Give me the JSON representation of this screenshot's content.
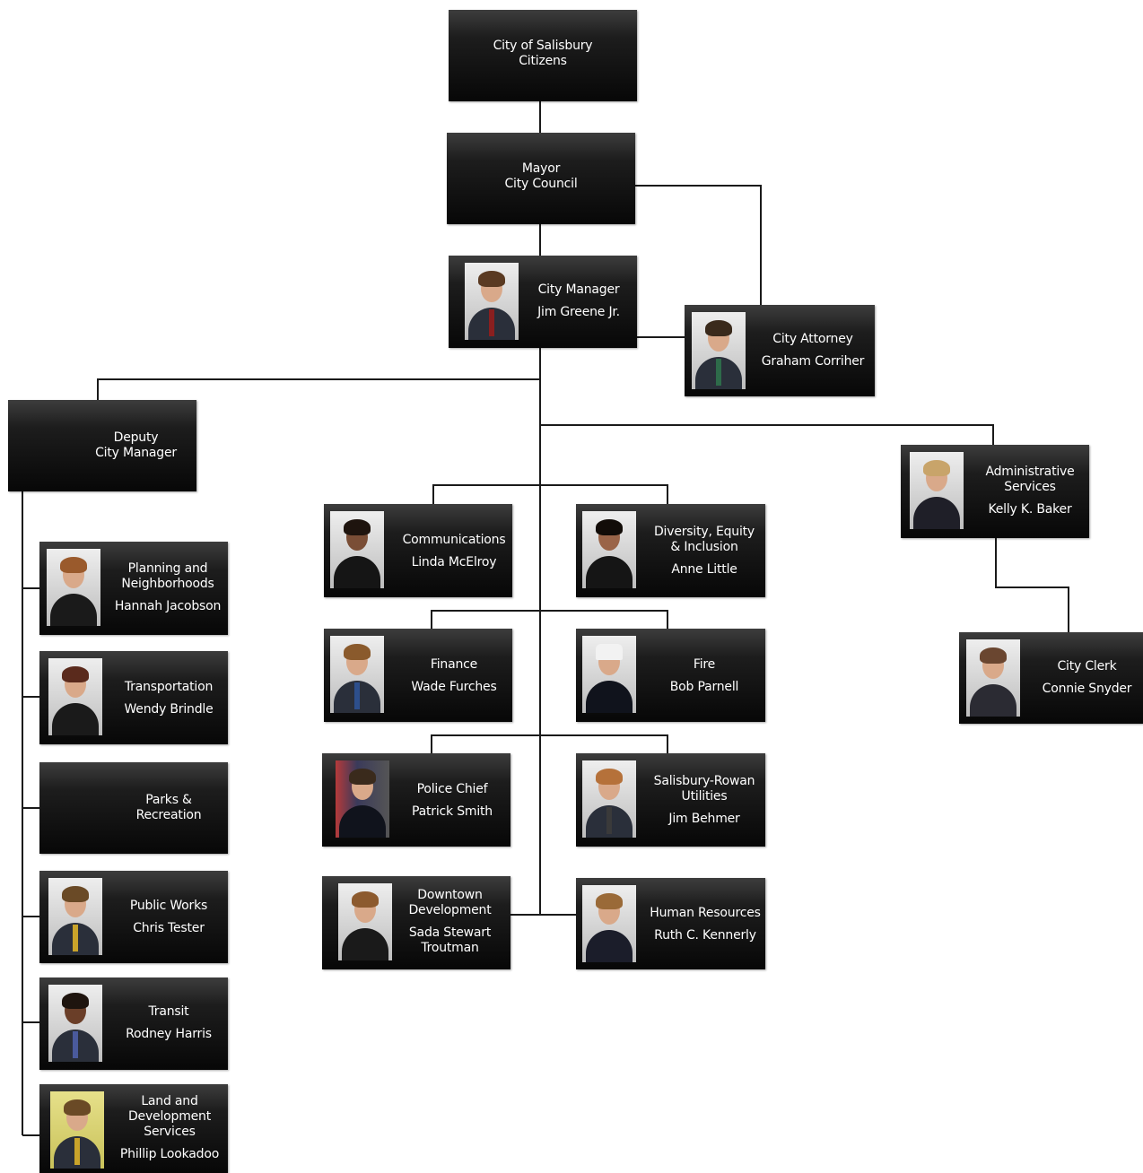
{
  "nodes": {
    "citizens": {
      "line1": "City of Salisbury",
      "line2": "Citizens"
    },
    "council": {
      "line1": "Mayor",
      "line2": "City Council"
    },
    "manager": {
      "title": "City Manager",
      "name": "Jim Greene Jr."
    },
    "attorney": {
      "title": "City Attorney",
      "name": "Graham Corriher"
    },
    "deputy": {
      "line1": "Deputy",
      "line2": "City Manager"
    },
    "admin": {
      "title1": "Administrative",
      "title2": "Services",
      "name": "Kelly K. Baker"
    },
    "clerk": {
      "title": "City Clerk",
      "name": "Connie Snyder"
    },
    "communications": {
      "title": "Communications",
      "name": "Linda McElroy"
    },
    "diversity": {
      "title1": "Diversity, Equity",
      "title2": "& Inclusion",
      "name": "Anne Little"
    },
    "finance": {
      "title": "Finance",
      "name": "Wade Furches"
    },
    "fire": {
      "title": "Fire",
      "name": "Bob Parnell"
    },
    "police": {
      "title": "Police Chief",
      "name": "Patrick Smith"
    },
    "utilities": {
      "title1": "Salisbury-Rowan",
      "title2": "Utilities",
      "name": "Jim Behmer"
    },
    "downtown": {
      "title1": "Downtown",
      "title2": "Development",
      "name1": "Sada Stewart",
      "name2": "Troutman"
    },
    "hr": {
      "title": "Human Resources",
      "name": "Ruth C. Kennerly"
    },
    "planning": {
      "title1": "Planning and",
      "title2": "Neighborhoods",
      "name": "Hannah Jacobson"
    },
    "transportation": {
      "title": "Transportation",
      "name": "Wendy Brindle"
    },
    "parks": {
      "line1": "Parks &",
      "line2": "Recreation"
    },
    "publicworks": {
      "title": "Public Works",
      "name": "Chris Tester"
    },
    "transit": {
      "title": "Transit",
      "name": "Rodney Harris"
    },
    "land": {
      "title1": "Land and",
      "title2": "Development",
      "title3": "Services",
      "name": "Phillip Lookadoo"
    }
  },
  "icons": {
    "portrait": "person-photo-icon"
  },
  "colors": {
    "box_top": "#3d3d3d",
    "box_bottom": "#070707",
    "text": "#ffffff",
    "connector": "#1a1a1a"
  }
}
